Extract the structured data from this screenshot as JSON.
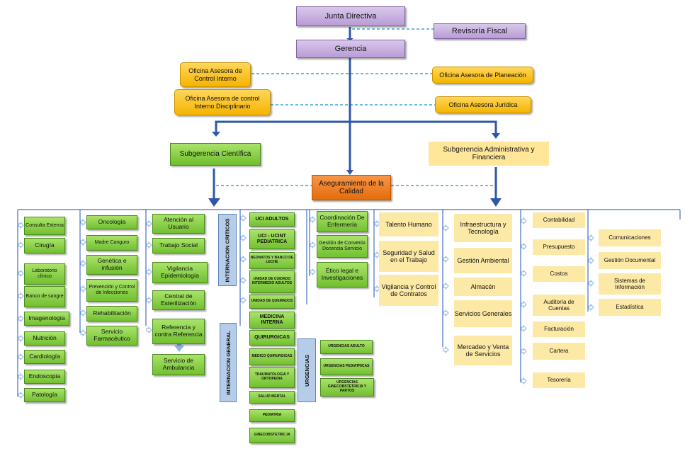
{
  "top": {
    "junta": "Junta Directiva",
    "revisoria": "Revisoría Fiscal",
    "gerencia": "Gerencia"
  },
  "offices": {
    "control_interno": "Oficina Asesora de Control Interno",
    "control_disciplinario": "Oficina Asesora de control Interno Disciplinario",
    "planeacion": "Oficina Asesora de Planeación",
    "juridica": "Oficina Asesora Jurídica"
  },
  "subgerencias": {
    "cientifica": "Subgerencia Científica",
    "administrativa": "Subgerencia Administrativa y Financiera",
    "calidad": "Aseguramiento de la Calidad"
  },
  "col1": [
    "Consulta Externa",
    "Cirugía",
    "Laboratorio clínico",
    "Banco de sangre",
    "Imagenología",
    "Nutrición",
    "Cardiología",
    "Endoscopia",
    "Patología"
  ],
  "col2": [
    "Oncología",
    "Madre Canguro",
    "Genética e infusión",
    "Prevención y Control de Infecciones",
    "Rehabilitación",
    "Servicio Farmacéutico"
  ],
  "col3": [
    "Atención al Usuario",
    "Trabajo Social",
    "Vigilancia Epidemiología",
    "Central de Esterilización",
    "Referencia y contra Referencia",
    "Servicio de Ambulancia"
  ],
  "labels": {
    "criticos": "INTERNACION CRITICOS",
    "general": "INTERNACION GENERAL",
    "urgencias": "URGENCIAS"
  },
  "criticos": [
    "UCI ADULTOS",
    "UCI - UCINT PEDIATRICA",
    "NEONATOS Y BANCO DE LECHE",
    "UNIDAD DE CUIDADO INTERMEDIO ADULTOS",
    "UNIDAD DE QUEMADOS"
  ],
  "general": [
    "MEDICINA INTERNA",
    "QUIRURGICAS",
    "MEDICO QUIRURGICAS",
    "TRAUMATOLOGIA Y ORTOPEDIA",
    "SALUD MENTAL",
    "PEDIATRIA",
    "GINECOBSTETRIC IA"
  ],
  "urgencias": [
    "URGENCIAS ADULTO",
    "URGENCIAS PEDIATRICAS",
    "URGENCIAS GINECOBSTETRICIA Y PARTOS"
  ],
  "col5": [
    "Coordinación De Enfermería",
    "Gestión de Convenio Docencia Servicio",
    "Ético legal e Investigaciones"
  ],
  "admin1": [
    "Talento Humano",
    "Seguridad y Salud en el Trabajo",
    "Vigilancia y Control de Contratos"
  ],
  "admin2": [
    "Infraestructura y Tecnología",
    "Gestión Ambiental",
    "Almacén",
    "Servicios Generales",
    "Mercadeo y Venta de Servicios"
  ],
  "admin3": [
    "Contabilidad",
    "Presupuesto",
    "Costos",
    "Auditoría de Cuentas",
    "Facturación",
    "Cartera",
    "Tesorería"
  ],
  "admin4": [
    "Comunicaciones",
    "Gestión Documental",
    "Sistemas de Información",
    "Estadística"
  ],
  "colors": {
    "navy": "#2e58a7",
    "dash": "#3aa3d8",
    "outline": "#4472c4"
  }
}
